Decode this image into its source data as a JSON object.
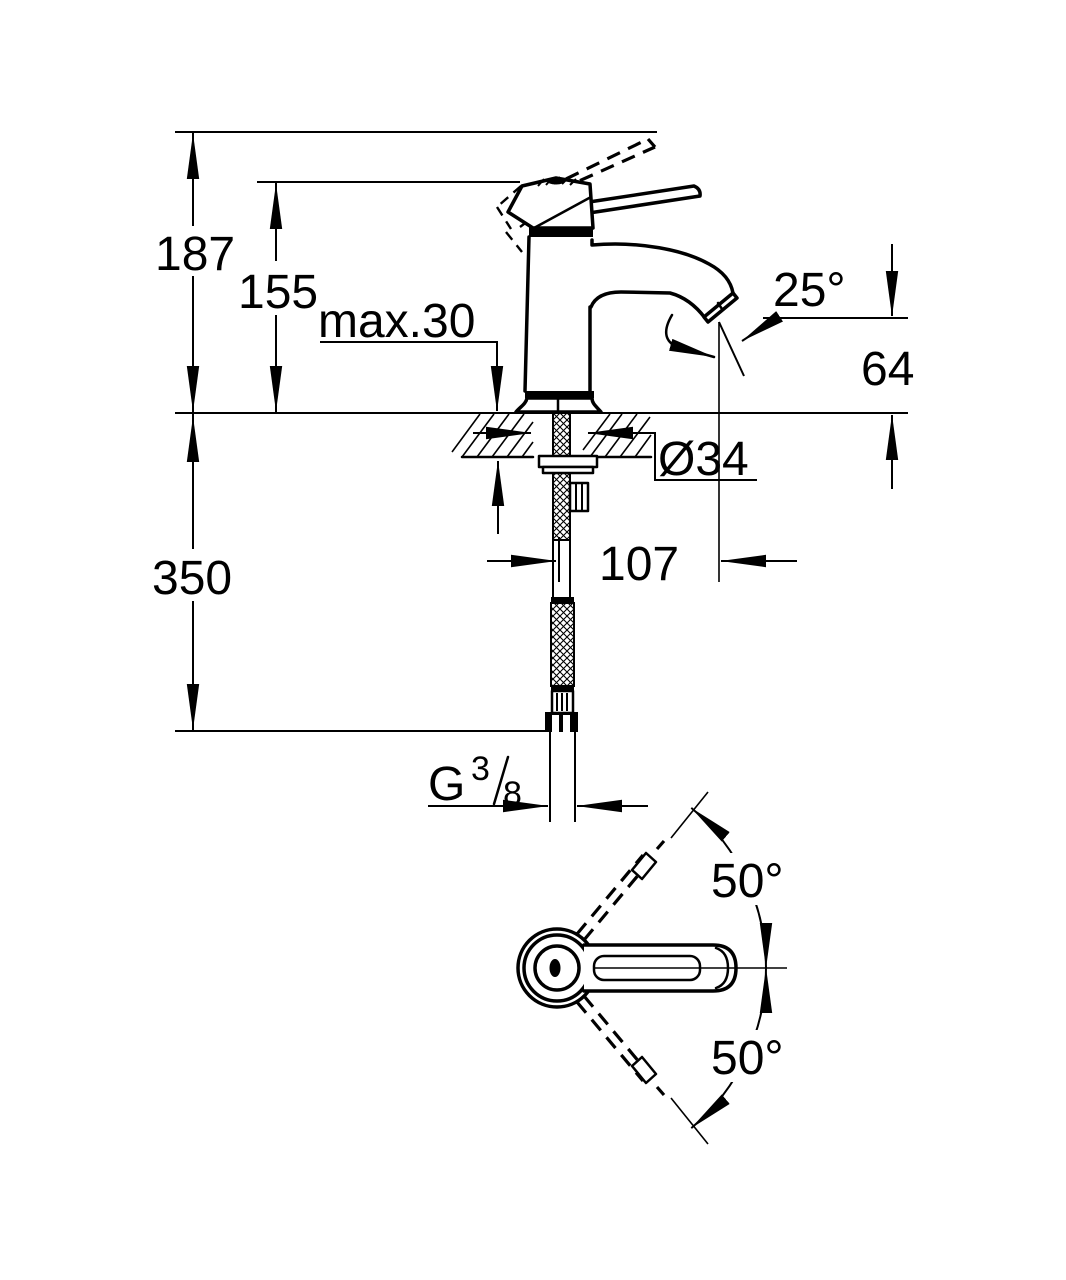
{
  "drawing": {
    "type": "technical-dimension-diagram",
    "subject": "single-lever basin mixer faucet, side view with mounting section and handle swivel top view",
    "colors": {
      "ink": "#000000",
      "paper": "#ffffff"
    },
    "labels": {
      "overall_height": "187",
      "body_height": "155",
      "max_deck": "max.30",
      "spout_angle": "25°",
      "outlet_height": "64",
      "hole_dia": "Ø34",
      "projection": "107",
      "hose_length": "350",
      "thread_g": "G",
      "thread_num": "3",
      "thread_den": "8",
      "swivel_upper": "50°",
      "swivel_lower": "50°"
    }
  }
}
